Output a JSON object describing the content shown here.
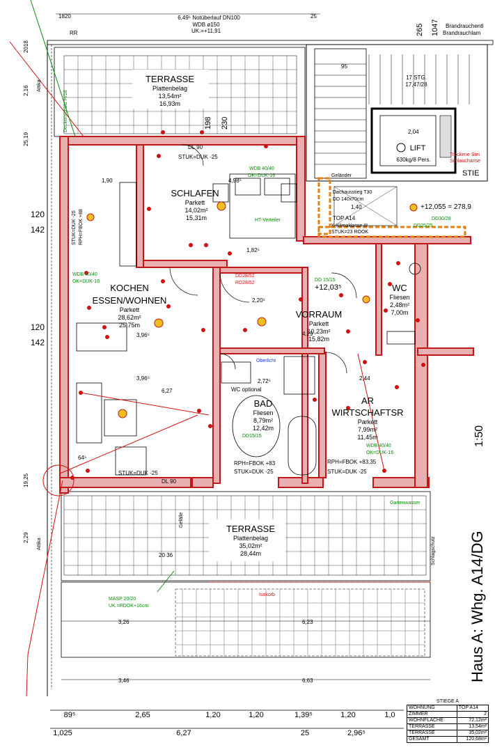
{
  "rooms": [
    {
      "id": "terrasse-top",
      "name": "TERRASSE",
      "floor": "Plattenbelag",
      "area": "13,54m²",
      "perimeter": "16,93m"
    },
    {
      "id": "schlafen",
      "name": "SCHLAFEN",
      "floor": "Parkett",
      "area": "14,02m²",
      "perimeter": "15,31m"
    },
    {
      "id": "kochen",
      "name": "KOCHEN",
      "name2": "ESSEN/WOHNEN",
      "floor": "Parkett",
      "area": "28,62m²",
      "perimeter": "25,75m"
    },
    {
      "id": "vorraum",
      "name": "VORRAUM",
      "floor": "Parkett",
      "area": "10,23m²",
      "perimeter": "15,82m"
    },
    {
      "id": "wc",
      "name": "WC",
      "floor": "Fliesen",
      "area": "2,48m²",
      "perimeter": "7,00m"
    },
    {
      "id": "bad",
      "name": "BAD",
      "floor": "Fliesen",
      "area": "8,79m²",
      "perimeter": "12,42m"
    },
    {
      "id": "ar",
      "name": "AR",
      "name2": "WIRTSCHAFTSR",
      "floor": "Parkett",
      "area": "7,99m²",
      "perimeter": "11,45m"
    },
    {
      "id": "terrasse-bottom",
      "name": "TERRASSE",
      "floor": "Plattenbelag",
      "area": "35,02m²",
      "perimeter": "28,44m"
    }
  ],
  "top_labels": {
    "notueberlauf": "6,49⁵ Notüberlauf DN100",
    "wdb": "WDB ø150",
    "uk": "UK.=+11,91",
    "brandrauch1": "Brandrauchentl",
    "brandrauch2": "Brandrauchlam",
    "dim_1820": "1820",
    "dim_25": "25",
    "dim_265": "265",
    "dim_1047": "1047",
    "rr": "RR"
  },
  "stair": {
    "stufen": "17 STG.",
    "steigung": "17,47/28",
    "lift": "LIFT",
    "lift_cap": "630kg/8 Pers.",
    "gelaender": "Geländer",
    "dachausstieg1": "Dachausstieg T30",
    "dachausstieg2": "DD 140x70cm",
    "top": "TOP A14",
    "klima": "K-Klimaklasse III,",
    "stuk": "STUK=23 ROOK",
    "level": "+12,055 = 278,9",
    "dd1": "DD30/28",
    "dd2": "DD25/25",
    "trockene": "Trockene Stei",
    "schlauch": "Schlauchanse",
    "stiege": "STIE",
    "dim_95": "95",
    "dim_204": "2,04",
    "dim_140": "1,40"
  },
  "annotations": {
    "dl90_top": "DL 90",
    "stuk_duk_top": "STUK=DUK -25",
    "wdb4040_a": "WDB 40/40",
    "ok_duk16_a": "OK=DUK-16",
    "ht": "HT-Verteiler",
    "stuk_duk_left": "STUK=DUK -25",
    "rph_fbok_left": "RPH=FBOK +88",
    "wdb4040_b": "WDB 40/40",
    "ok_duk16_b": "OK=DUK-16",
    "dd2852": "DD28/52",
    "rd2852": "RD28/52",
    "dd1515_top": "DD 15/15",
    "level_vorraum": "+12,03⁵",
    "oberlicht": "Oberlicht",
    "wc_optional": "WC optional",
    "dd1515_bad": "DD15/15",
    "rph_bad": "RPH=FBOK +83",
    "stuk_bad": "STUK=DUK -25",
    "rph_ar": "RPH=FBOK +83,35",
    "stuk_ar": "STUK=DUK -25",
    "wdb4040_c": "WDB 40/40",
    "ok_duk16_c": "OK=DUK-16",
    "stuk_living": "STUK=DUK -25",
    "dl90_bottom": "DL 90",
    "gartenwasser": "Gartenwasser",
    "gefaelle": "Gefälle",
    "schlagschutz": "Schlagschutz",
    "isokorb": "Isokorb",
    "masp1": "MASP 20/20",
    "masp2": "UK.=RDOK+16cm",
    "attika": "Attika",
    "deckenschutz": "Deckenschutz H/18",
    "dim_190": "1,90",
    "dim_396a": "3,96⁵",
    "dim_396b": "3,96⁵",
    "dim_627": "6,27",
    "dim_182": "1,82⁵",
    "dim_220": "2,20⁵",
    "dim_272": "2,72⁵",
    "dim_429": "4,29",
    "dim_244": "2,44",
    "dim_64": "64⁵",
    "dim_498": "4,98⁵",
    "dim_120": "120",
    "dim_142": "142",
    "dim_1925": "19,25",
    "dim_229": "2,29",
    "dim_216": "2,16",
    "dim_2519": "25,19",
    "dim_2018": "2018",
    "dim_230": "230",
    "dim_198": "198",
    "dim_2036": "20 36",
    "dim_326": "3,26",
    "dim_623": "6,23",
    "dim_346": "3,46",
    "dim_663": "6,63"
  },
  "bottom_dims": {
    "row1": [
      "89⁵",
      "2,65",
      "1,20",
      "1,20",
      "1,39⁵",
      "1,20",
      "1,0"
    ],
    "row2": [
      "1,025",
      "6,27",
      "25",
      "2,96⁵"
    ]
  },
  "stamp": {
    "header": "STIEGE   A",
    "col1": "WOHNUNG",
    "col2": "TOP  A14",
    "rows": [
      {
        "label": "ZIMMER",
        "value": "2"
      },
      {
        "label": "WOHNFLÄCHE",
        "value": "72,12m²"
      },
      {
        "label": "TERRASSE",
        "value": "13,54m²"
      },
      {
        "label": "TERRASSE",
        "value": "35,02m²"
      },
      {
        "label": "GESAMT",
        "value": "120,68m²"
      }
    ]
  },
  "title": {
    "text": "Haus A:  Whg. A14/DG",
    "scale": "1:50"
  }
}
